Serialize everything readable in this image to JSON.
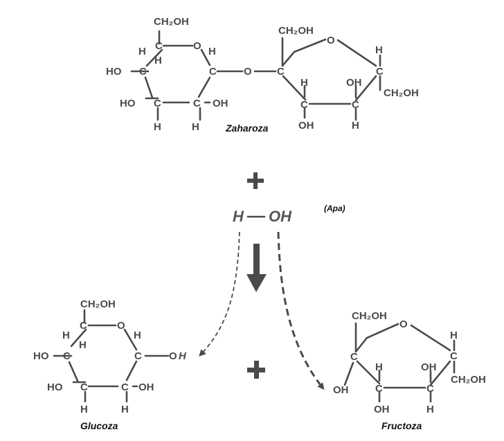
{
  "labels": {
    "sucrose": "Zaharoza",
    "glucose": "Glucoza",
    "fructose": "Fructoza",
    "water_name": "(Apa)",
    "water_h": "H",
    "water_oh": "OH",
    "plus": "+"
  },
  "atoms": {
    "C": "C",
    "O": "O",
    "H": "H",
    "HO": "HO",
    "OH": "OH",
    "CH2OH": "CH₂OH",
    "CH2OH_left": "CH₂OH",
    "OH_italic_O": "O",
    "OH_italic_H": "H"
  },
  "colors": {
    "ink": "#4a4a4a",
    "caption": "#111111"
  }
}
